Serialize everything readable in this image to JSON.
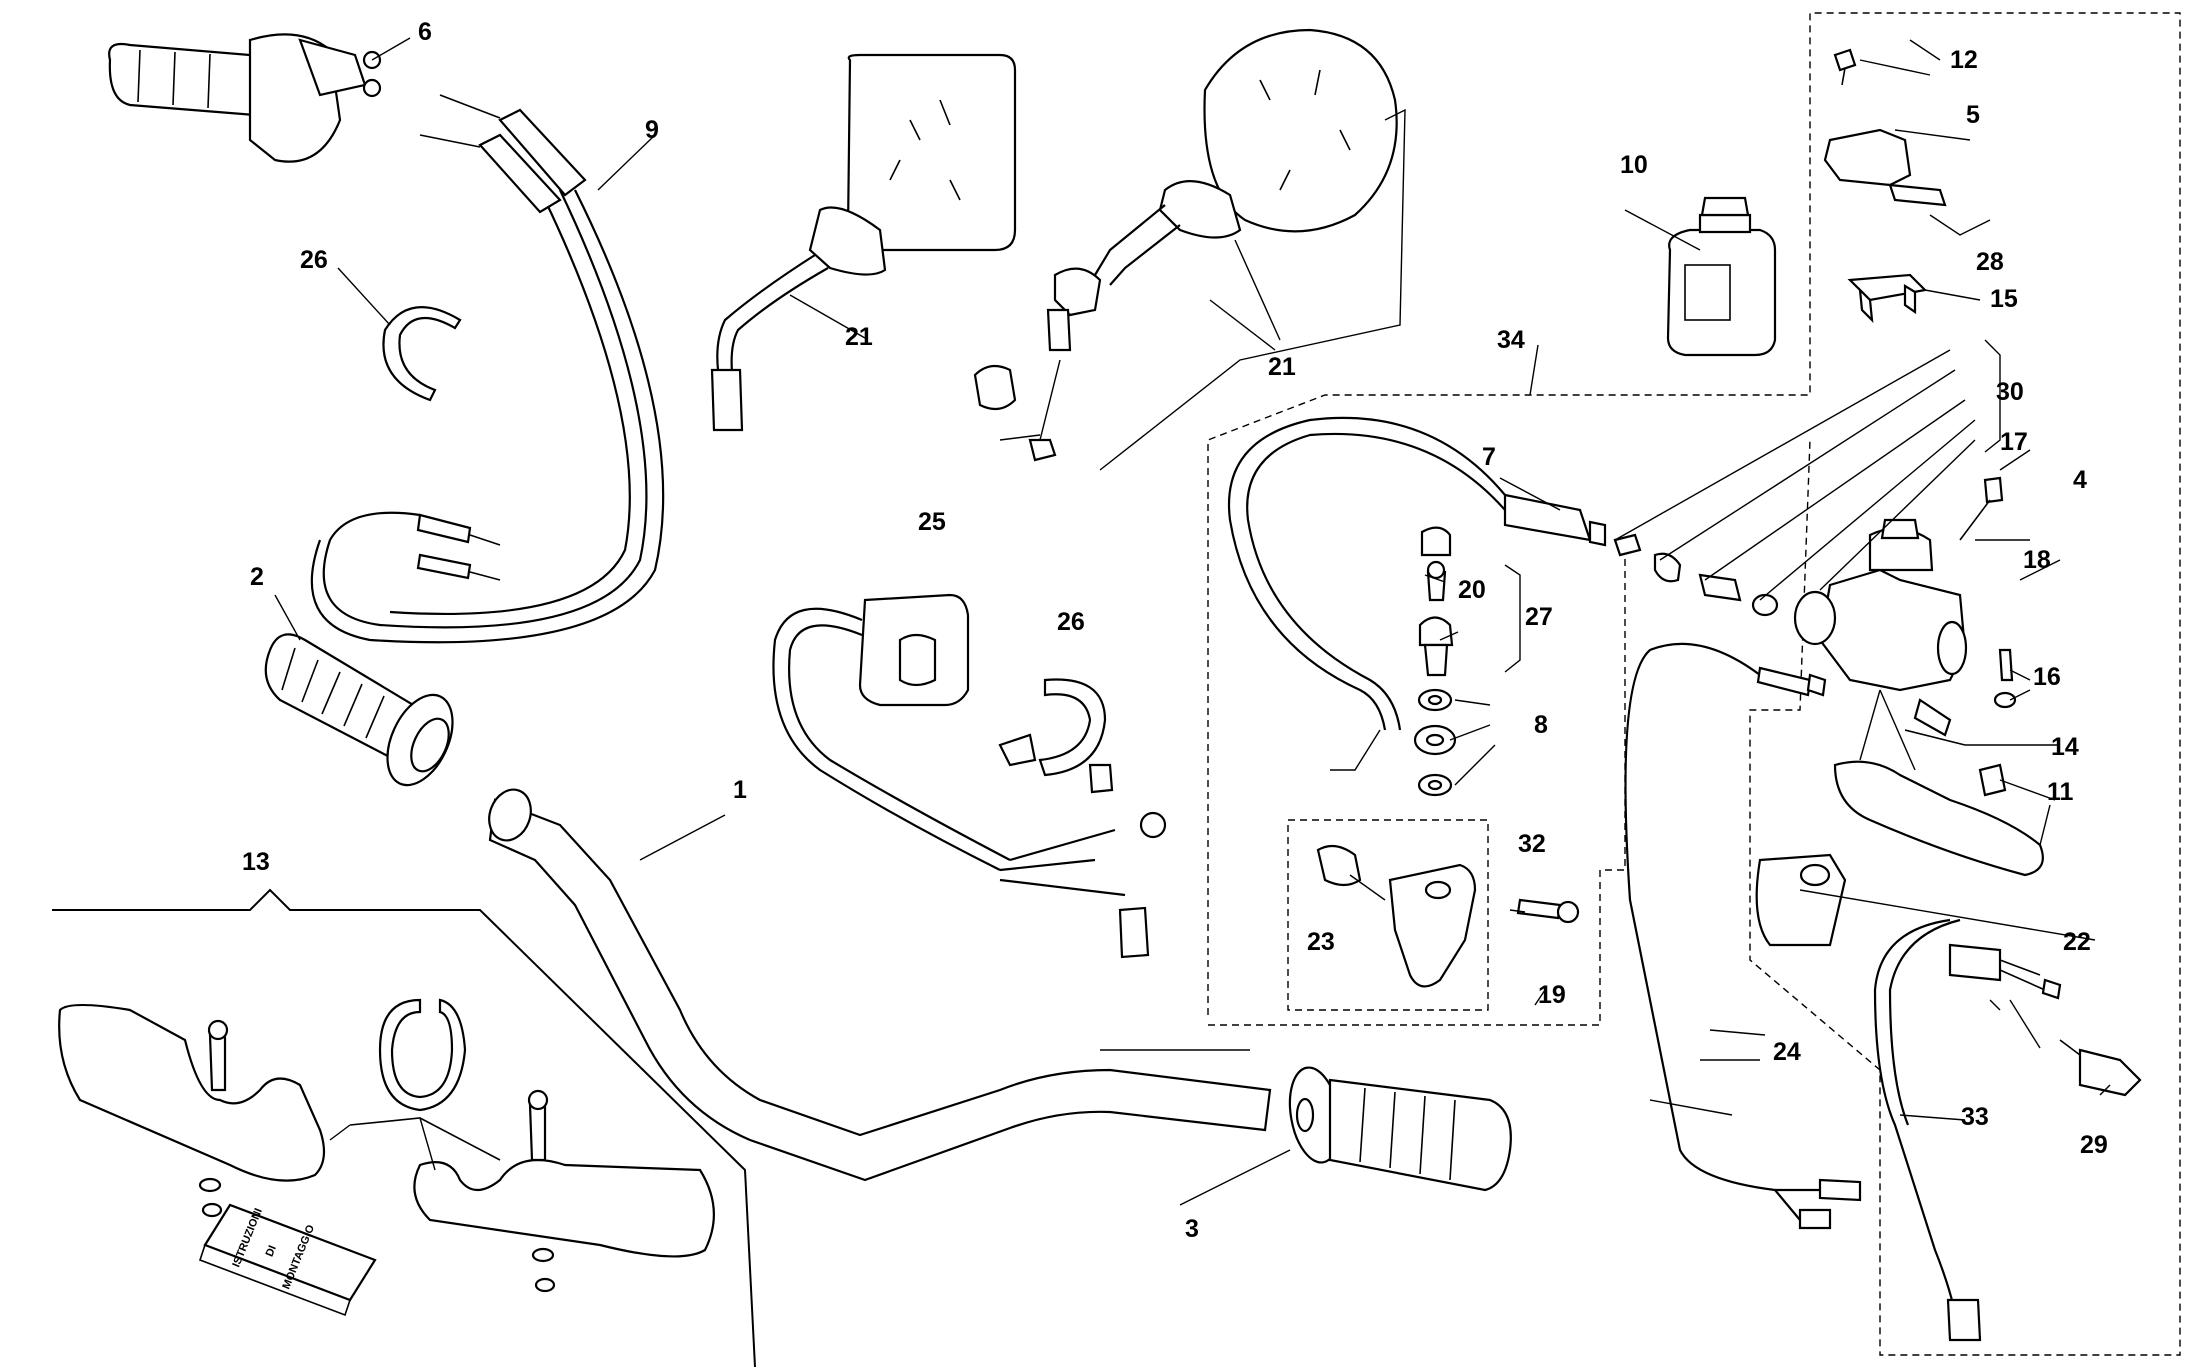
{
  "callouts": [
    {
      "id": "n1",
      "text": "1"
    },
    {
      "id": "n2",
      "text": "2"
    },
    {
      "id": "n3",
      "text": "3"
    },
    {
      "id": "n4",
      "text": "4"
    },
    {
      "id": "n5",
      "text": "5"
    },
    {
      "id": "n6",
      "text": "6"
    },
    {
      "id": "n7",
      "text": "7"
    },
    {
      "id": "n8",
      "text": "8"
    },
    {
      "id": "n9",
      "text": "9"
    },
    {
      "id": "n10",
      "text": "10"
    },
    {
      "id": "n11",
      "text": "11"
    },
    {
      "id": "n12",
      "text": "12"
    },
    {
      "id": "n13",
      "text": "13"
    },
    {
      "id": "n14",
      "text": "14"
    },
    {
      "id": "n15",
      "text": "15"
    },
    {
      "id": "n16",
      "text": "16"
    },
    {
      "id": "n17",
      "text": "17"
    },
    {
      "id": "n18",
      "text": "18"
    },
    {
      "id": "n19",
      "text": "19"
    },
    {
      "id": "n20",
      "text": "20"
    },
    {
      "id": "n21a",
      "text": "21"
    },
    {
      "id": "n21b",
      "text": "21"
    },
    {
      "id": "n22",
      "text": "22"
    },
    {
      "id": "n23",
      "text": "23"
    },
    {
      "id": "n24",
      "text": "24"
    },
    {
      "id": "n25",
      "text": "25"
    },
    {
      "id": "n26a",
      "text": "26"
    },
    {
      "id": "n26b",
      "text": "26"
    },
    {
      "id": "n27",
      "text": "27"
    },
    {
      "id": "n28",
      "text": "28"
    },
    {
      "id": "n29",
      "text": "29"
    },
    {
      "id": "n30",
      "text": "30"
    },
    {
      "id": "n32",
      "text": "32"
    },
    {
      "id": "n33",
      "text": "33"
    },
    {
      "id": "n34",
      "text": "34"
    }
  ],
  "booklet": {
    "line1": "ISTRUZIONI",
    "line2": "DI",
    "line3": "MONTAGGIO"
  }
}
